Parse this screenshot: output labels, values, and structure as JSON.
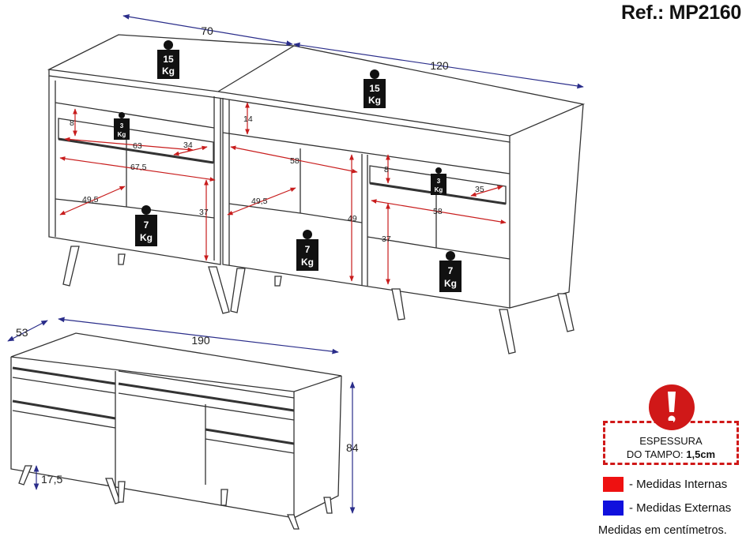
{
  "reference": "Ref.: MP2160",
  "top_view": {
    "widths": {
      "left_module": "70",
      "right_module": "120"
    },
    "weights": {
      "top_left": [
        "15",
        "Kg"
      ],
      "top_right": [
        "15",
        "Kg"
      ],
      "drawer_left": [
        "3",
        "Kg"
      ],
      "drawer_right": [
        "3",
        "Kg"
      ],
      "floor_left": [
        "7",
        "Kg"
      ],
      "floor_mid": [
        "7",
        "Kg"
      ],
      "floor_right": [
        "7",
        "Kg"
      ]
    },
    "internal": {
      "drawer_h_left": "8",
      "drawer_w_left": "63",
      "drawer_d_left": "34",
      "niche_w_left": "67,5",
      "depth_left": "49,5",
      "height_left": "37",
      "top_gap": "14",
      "niche_w_mid": "58",
      "depth_mid": "49,5",
      "height_mid": "49",
      "drawer_h_right": "8",
      "drawer_d_right": "35",
      "niche_w_right": "58",
      "height_right": "37"
    }
  },
  "front_view": {
    "depth": "53",
    "width": "190",
    "height": "84",
    "leg": "17,5"
  },
  "warning": {
    "line1": "ESPESSURA",
    "line2_label": "DO TAMPO:",
    "line2_value": "1,5cm"
  },
  "legend": [
    {
      "label": "- Medidas Internas",
      "color": "#ee1111"
    },
    {
      "label": "- Medidas Externas",
      "color": "#1010dd"
    }
  ],
  "units_note": "Medidas em centímetros.",
  "colors": {
    "internal": "#c81d1d",
    "external": "#2a2d8a",
    "alert": "#d01818"
  }
}
